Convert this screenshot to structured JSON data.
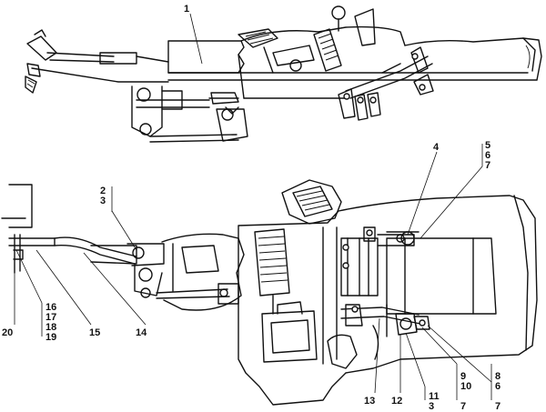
{
  "callouts": {
    "c1": "1",
    "c2": "2",
    "c3a": "3",
    "c4": "4",
    "c5": "5",
    "c6a": "6",
    "c7a": "7",
    "c16": "16",
    "c17": "17",
    "c18": "18",
    "c19": "19",
    "c20": "20",
    "c15": "15",
    "c14": "14",
    "c13": "13",
    "c12": "12",
    "c11": "11",
    "c3b": "3",
    "c9": "9",
    "c10": "10",
    "c7b": "7",
    "c8": "8",
    "c6b": "6",
    "c7c": "7"
  }
}
